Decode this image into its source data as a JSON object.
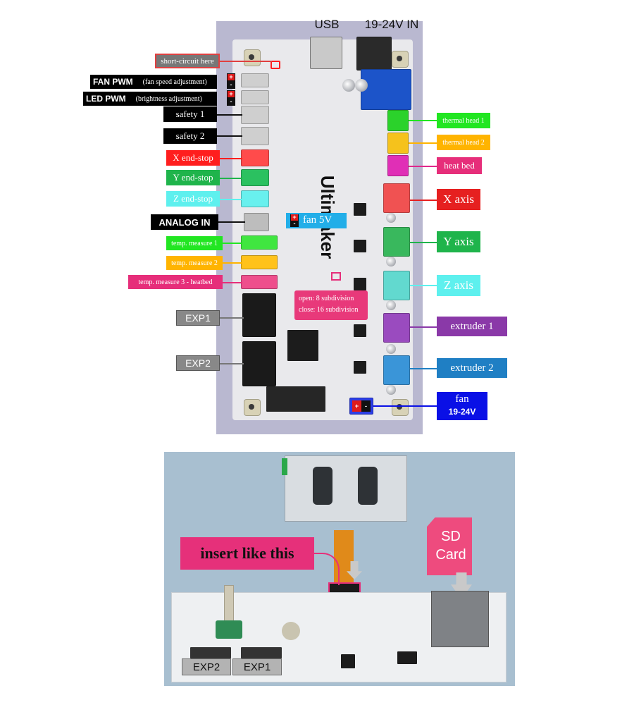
{
  "board": {
    "top_labels": {
      "usb": "USB",
      "power_in": "19-24V IN"
    },
    "brand_text": "Ultimaker",
    "left_labels": {
      "short_circuit": "short-circuit here",
      "fan_pwm": "FAN PWM",
      "fan_pwm_sub": "(fan speed adjustment)",
      "led_pwm": "LED PWM",
      "led_pwm_sub": "(brightness adjustment)",
      "safety1": "safety 1",
      "safety2": "safety 2",
      "x_endstop": "X end-stop",
      "y_endstop": "Y end-stop",
      "z_endstop": "Z end-stop",
      "analog_in": "ANALOG IN",
      "temp1": "temp. measure 1",
      "temp2": "temp. measure 2",
      "temp3": "temp. measure 3 - heatbed",
      "exp1": "EXP1",
      "exp2": "EXP2"
    },
    "center_labels": {
      "fan5v": "fan 5V",
      "subdiv_open": "open: 8 subdivision",
      "subdiv_close": "close: 16 subdivision",
      "plus": "+",
      "minus": "-"
    },
    "right_labels": {
      "thermal1": "thermal head 1",
      "thermal2": "thermal head 2",
      "heatbed": "heat bed",
      "x_axis": "X axis",
      "y_axis": "Y axis",
      "z_axis": "Z axis",
      "extruder1": "extruder 1",
      "extruder2": "extruder 2",
      "fan": "fan",
      "fan_voltage": "19-24V"
    },
    "colors": {
      "black": "#000000",
      "red": "#ff1e1e",
      "green": "#1fb44b",
      "cyan": "#5ef0ee",
      "bright_green": "#22e622",
      "orange": "#ffb400",
      "pink": "#e62e7a",
      "salmon": "#e85a6e",
      "purple": "#8a39a8",
      "blue": "#1f7fc4",
      "dark_blue": "#0a10e6",
      "gray": "#888888"
    }
  },
  "lcd": {
    "insert_label": "insert like this",
    "sd_card": "SD Card",
    "exp1": "EXP1",
    "exp2": "EXP2"
  }
}
